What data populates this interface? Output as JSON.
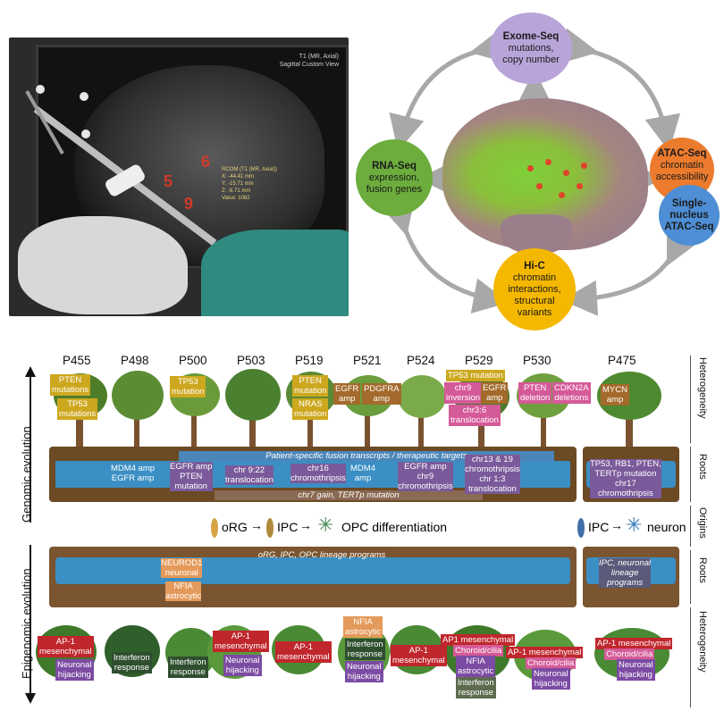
{
  "photo": {
    "screen_title": "T1 (MR, Axial)\nSagittal Custom View",
    "markers": [
      "5",
      "6",
      "9"
    ],
    "readout": "RCOM (T1 (MR, Axial))\nX: -44.41 mm\nY: -15.71 mm\nZ: -6.71 mm\nValue: 1082"
  },
  "assays": {
    "exome": {
      "title": "Exome-Seq",
      "desc1": "mutations,",
      "desc2": "copy number"
    },
    "rna": {
      "title": "RNA-Seq",
      "desc1": "expression,",
      "desc2": "fusion genes"
    },
    "atac": {
      "title": "ATAC-Seq",
      "desc1": "chromatin",
      "desc2": "accessibility"
    },
    "sn": {
      "title1": "Single-",
      "title2": "nucleus",
      "title3": "ATAC-Seq"
    },
    "hic": {
      "title": "Hi-C",
      "desc1": "chromatin",
      "desc2": "interactions,",
      "desc3": "structural",
      "desc4": "variants"
    }
  },
  "patients": [
    "P455",
    "P498",
    "P500",
    "P503",
    "P519",
    "P521",
    "P524",
    "P529",
    "P530",
    "P475"
  ],
  "side_labels": {
    "heterogeneity_top": "Heterogeneity",
    "roots_top": "Roots",
    "origins": "Origins",
    "roots_bottom": "Roots",
    "heterogeneity_bottom": "Heterogeneity"
  },
  "evolution": {
    "genomic": "Genomic evolution",
    "epigenomic": "Epigenomic evolution"
  },
  "genomic_tags": {
    "p455_a": "PTEN\nmutations",
    "p455_b": "TP53\nmutations",
    "p500": "TP53\nmutation",
    "p519_a": "PTEN\nmutation",
    "p519_b": "NRAS\nmutation",
    "p521_a": "EGFR\namp",
    "p521_b": "PDGFRA\namp",
    "p529_a": "TP53 mutation",
    "p529_b": "chr9\ninversion",
    "p529_c": "EGFR\namp",
    "p529_d": "chr3:6\ntranslocation",
    "p530_a": "PTEN\ndeletion",
    "p530_b": "CDKN2A\ndeletions",
    "p475": "MYCN\namp"
  },
  "root_top": {
    "banner_top": "Patient-specific fusion transcripts / therapeutic targets",
    "banner_bottom": "chr7 gain, TERTp mutation",
    "r1": "MDM4 amp\nEGFR amp",
    "r2": "EGFR amp\nPTEN\nmutation",
    "r3": "chr 9:22\ntranslocation",
    "r4": "chr16\nchromothripsis",
    "r5": "MDM4\namp",
    "r6": "EGFR amp\nchr9\nchromothripsis",
    "r7": "chr13 & 19\nchromothripsis\nchr 1:3\ntranslocation",
    "r8": "TP53, RB1, PTEN,\nTERTp mutation\nchr17\nchromothripsis"
  },
  "origins": {
    "org": "oRG",
    "ipc": "IPC",
    "opc": "OPC differentiation",
    "ipc2": "IPC",
    "neuron": "neuron"
  },
  "root_bottom": {
    "banner": "oRG, IPC, OPC lineage programs",
    "neurod1": "NEUROD1\nneuronal",
    "nfia": "NFIA\nastrocytic",
    "p475": "IPC, neuronal\nlineage\nprograms"
  },
  "epi_tags": {
    "e1a": "AP-1\nmesenchymal",
    "e1b": "Neuronal\nhijacking",
    "e2": "Interferon\nresponse",
    "e3": "Interferon\nresponse",
    "e4a": "AP-1\nmesenchymal",
    "e4b": "Neuronal\nhijacking",
    "e5": "AP-1\nmesenchymal",
    "e6a": "NFIA\nastrocytic",
    "e6b": "Interferon\nresponse",
    "e6c": "Neuronal\nhijacking",
    "e7": "AP-1\nmesenchymal",
    "e8a": "AP1 mesenchymal",
    "e8b": "Choroid/cilia",
    "e8c": "NFIA\nastrocytic",
    "e8d": "Interferon\nresponse",
    "e9a": "AP-1 mesenchymal",
    "e9b": "Choroid/cilia",
    "e9c": "Neuronal\nhijacking",
    "e10a": "AP-1 mesenchymal",
    "e10b": "Choroid/cilia",
    "e10c": "Neuronal\nhijacking"
  },
  "colors": {
    "exome": "#b8a4d9",
    "rna": "#6cad3d",
    "atac": "#ec7b2d",
    "sn": "#4d8ed4",
    "hic": "#f5b800",
    "soil_dark": "#6b4a24",
    "water": "#3b8fc4"
  }
}
